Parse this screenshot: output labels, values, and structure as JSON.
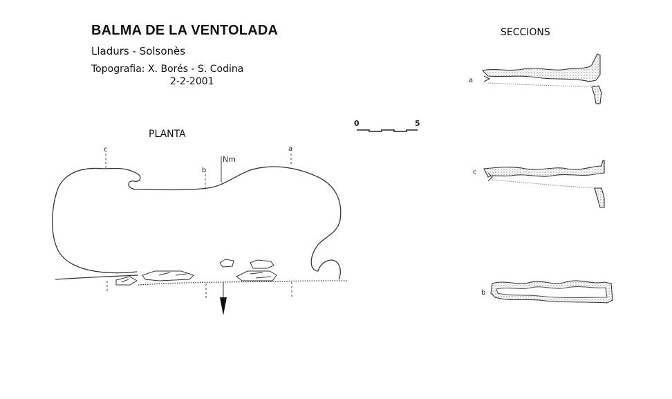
{
  "header": {
    "title": "BALMA DE LA VENTOLADA",
    "location": "Lladurs - Solsonès",
    "survey": "Topografia: X. Borés - S. Codina",
    "date": "2-2-2001"
  },
  "plan": {
    "title": "PLANTA",
    "north_label": "Nm",
    "section_markers": [
      "c",
      "b",
      "a"
    ]
  },
  "scale_bar": {
    "min_label": "0",
    "max_label": "5"
  },
  "sections": {
    "title": "SECCIONS",
    "labels": [
      "a",
      "c",
      "b"
    ]
  }
}
